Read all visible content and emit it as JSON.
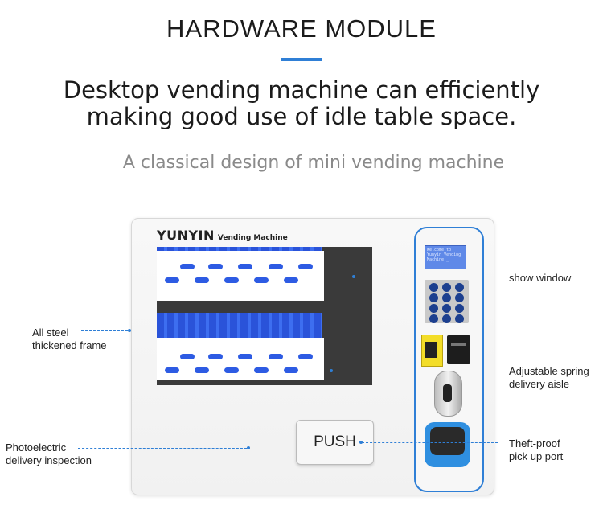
{
  "header": {
    "title": "HARDWARE MODULE",
    "headline_line1": "Desktop vending machine can efficiently",
    "headline_line2": "making good use of idle table space.",
    "subtitle": "A classical design of mini vending machine"
  },
  "machine": {
    "brand": "YUNYIN",
    "brand_sub": "Vending Machine",
    "lcd_line1": "Welcome to",
    "lcd_line2": "Yunyin Vending",
    "lcd_line3": "Machine _",
    "push_label": "PUSH"
  },
  "callouts": {
    "show_window": "show window",
    "frame_line1": "All steel",
    "frame_line2": "thickened frame",
    "spring_line1": "Adjustable spring",
    "spring_line2": "delivery aisle",
    "photo_line1": "Photoelectric",
    "photo_line2": "delivery inspection",
    "theft_line1": "Theft-proof",
    "theft_line2": "pick up port"
  },
  "colors": {
    "accent": "#2f7fd6",
    "aisle_blue": "#2d5be3"
  }
}
